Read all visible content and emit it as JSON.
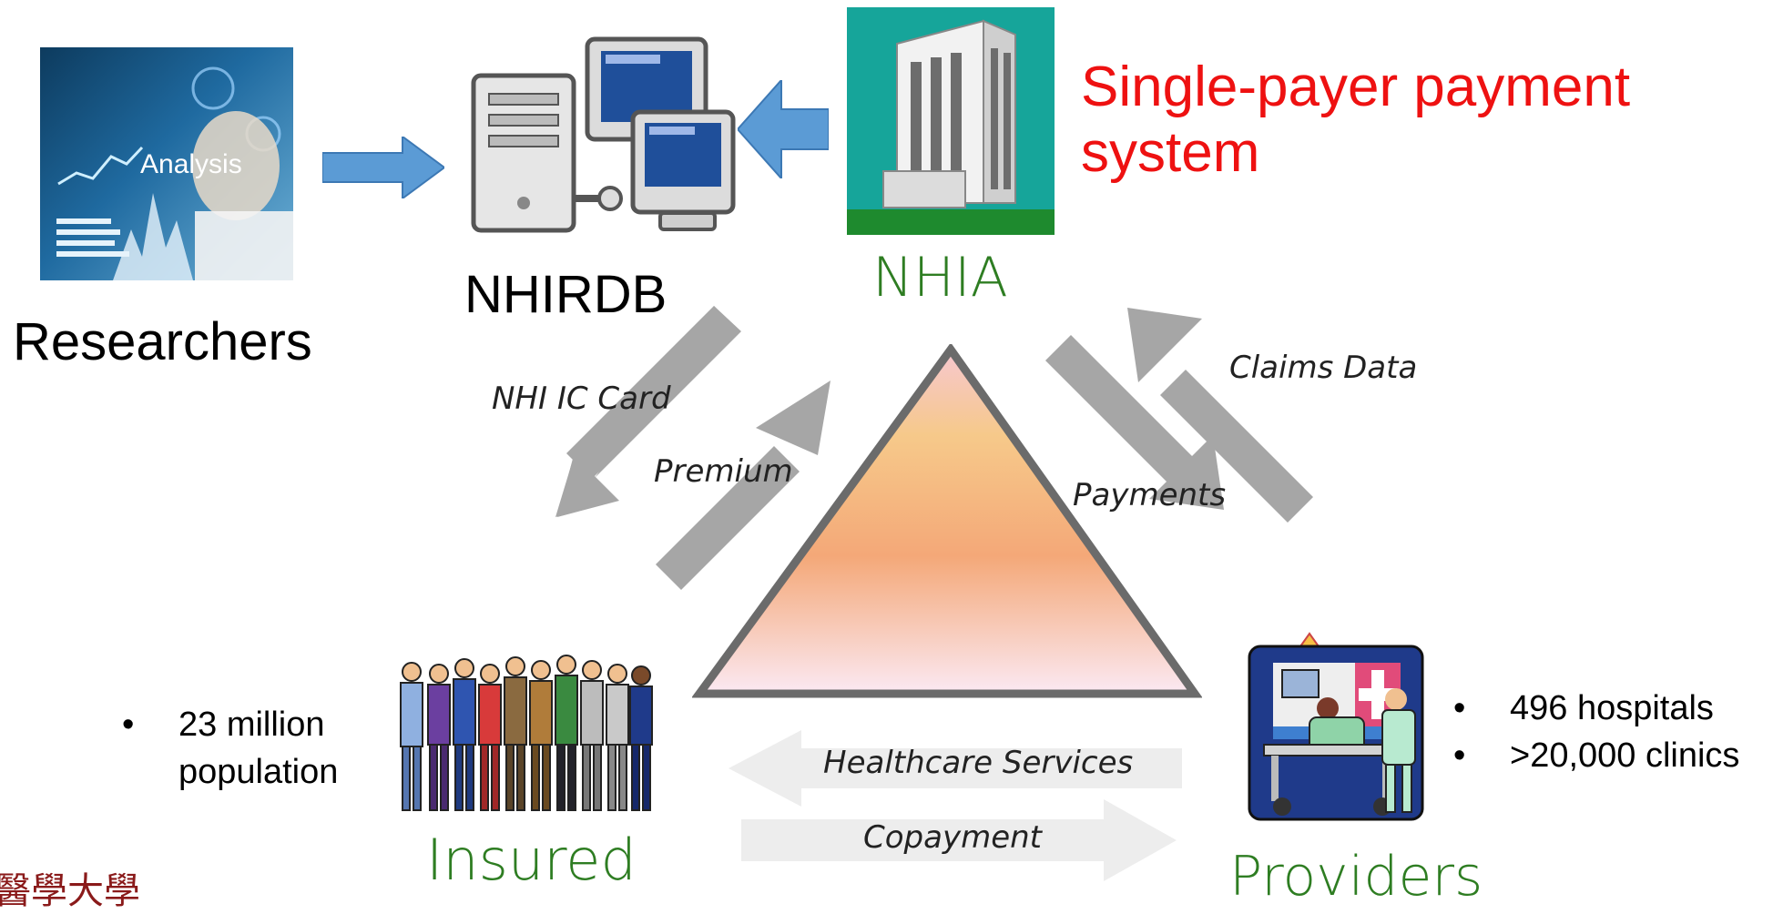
{
  "title": {
    "line1": "Single-payer payment",
    "line2": "system"
  },
  "nodes": {
    "researchers": {
      "label": "Researchers",
      "image_text": "Analysis"
    },
    "nhirdb": {
      "label": "NHIRDB"
    },
    "nhia": {
      "label": "NHIA"
    },
    "insured": {
      "label": "Insured",
      "bullets": [
        "23 million",
        "population"
      ]
    },
    "providers": {
      "label": "Providers",
      "bullets": [
        "496 hospitals",
        ">20,000 clinics"
      ]
    }
  },
  "flows": {
    "nhi_ic_card": "NHI IC Card",
    "premium": "Premium",
    "payments": "Payments",
    "claims_data": "Claims Data",
    "healthcare_services": "Healthcare Services",
    "copayment": "Copayment"
  },
  "logo_text": "醫學大學",
  "colors": {
    "title": "#ee1111",
    "node_green": "#2e7d22",
    "blue_arrow": "#5b9bd5",
    "grey_arrow": "#a6a6a6",
    "light_arrow": "#ededed"
  }
}
